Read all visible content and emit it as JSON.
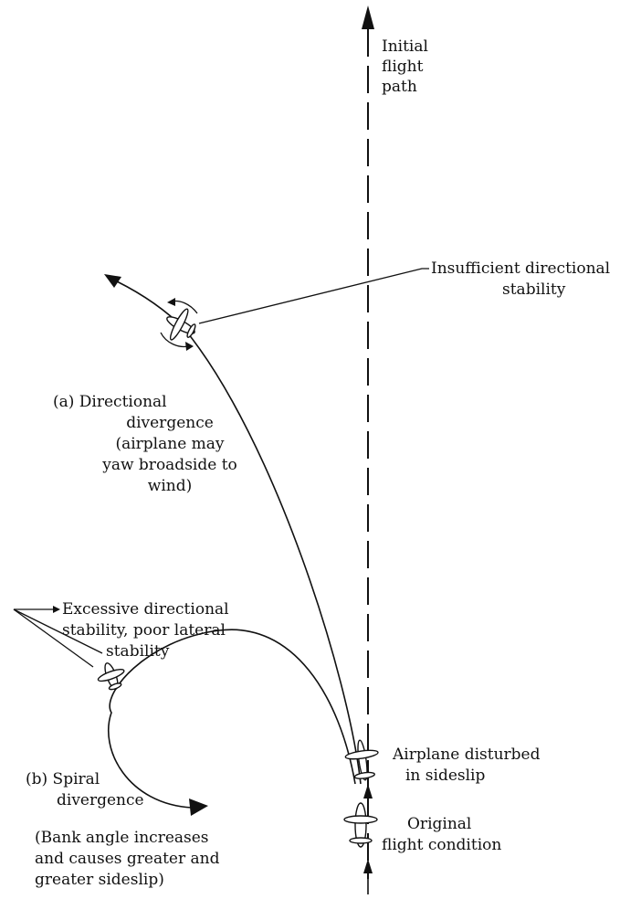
{
  "labels": {
    "initial_flight_path": [
      "Initial",
      "flight",
      "path"
    ],
    "insufficient_directional_stability": [
      "Insufficient directional",
      "stability"
    ],
    "directional_divergence": [
      "(a) Directional",
      "divergence",
      "(airplane may",
      "yaw broadside to",
      "wind)"
    ],
    "excessive_directional_stability": [
      "Excessive directional",
      "stability, poor lateral",
      "stability"
    ],
    "spiral_divergence": [
      "(b) Spiral",
      "divergence"
    ],
    "bank_angle_note": [
      "(Bank angle increases",
      "and causes greater and",
      "greater sideslip)"
    ],
    "airplane_disturbed": [
      "Airplane disturbed",
      "in sideslip"
    ],
    "original_flight_condition": [
      "Original",
      "flight condition"
    ]
  }
}
